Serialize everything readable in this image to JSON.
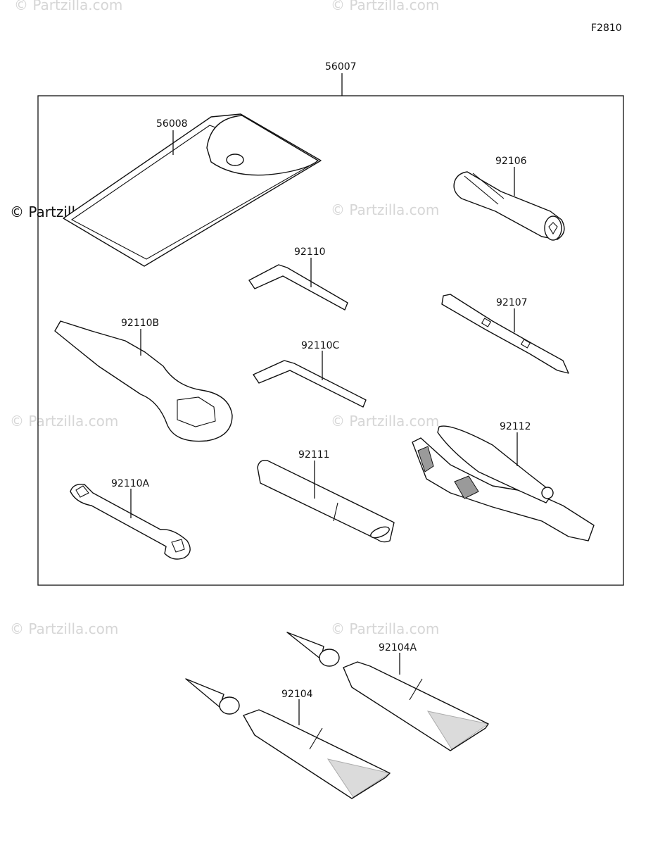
{
  "figure_code": "F2810",
  "watermark_text": "© Partzilla.com",
  "group": {
    "label": "56007"
  },
  "parts": {
    "pouch": "56008",
    "connector": "92106",
    "hex_key_1": "92110",
    "screwdriver": "92107",
    "ring_wrench": "92110B",
    "hex_key_2": "92110C",
    "pliers": "92112",
    "extension_bar": "92111",
    "open_wrench": "92110A",
    "grease_tube_1": "92104",
    "grease_tube_2": "92104A"
  }
}
